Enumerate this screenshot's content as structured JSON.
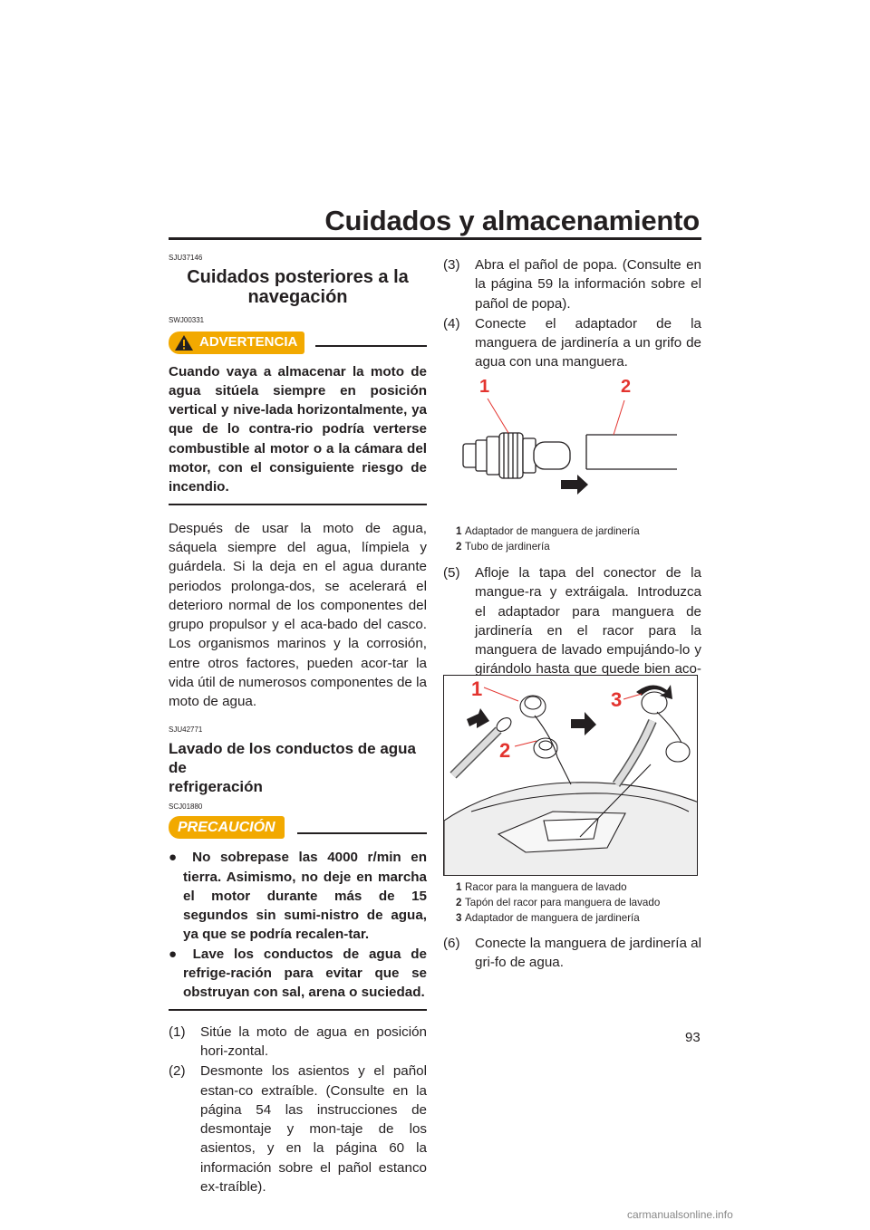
{
  "header": {
    "title": "Cuidados y almacenamiento"
  },
  "page_number": "93",
  "watermark": "carmanualsonline.info",
  "left_column": {
    "code1": "SJU37146",
    "section_title_line1": "Cuidados posteriores a la",
    "section_title_line2": "navegación",
    "code2": "SWJ00331",
    "warning_label": "ADVERTENCIA",
    "warning_text": "Cuando vaya a almacenar la moto de agua sitúela siempre en posición vertical y nive-lada horizontalmente, ya que de lo contra-rio podría verterse combustible al motor o a la cámara del motor, con el consiguiente riesgo de incendio.",
    "body_paragraph": "Después de usar la moto de agua, sáquela siempre del agua, límpiela y guárdela. Si la deja en el agua durante periodos prolonga-dos, se acelerará el deterioro normal de los componentes del grupo propulsor y el aca-bado del casco. Los organismos marinos y la corrosión, entre otros factores, pueden acor-tar la vida útil de numerosos componentes de la moto de agua.",
    "code3": "SJU42771",
    "subsection_title_line1": "Lavado de los conductos de agua de",
    "subsection_title_line2": "refrigeración",
    "code4": "SCJ01880",
    "caution_label": "PRECAUCIÓN",
    "caution_bullets": [
      "No sobrepase las 4000 r/min en tierra. Asimismo, no deje en marcha el motor durante más de 15 segundos sin sumi-nistro de agua, ya que se podría recalen-tar.",
      "Lave los conductos de agua de refrige-ración para evitar que se obstruyan con sal, arena o suciedad."
    ],
    "steps": [
      {
        "num": "(1)",
        "text": "Sitúe la moto de agua en posición hori-zontal."
      },
      {
        "num": "(2)",
        "text": "Desmonte los asientos y el pañol estan-co extraíble. (Consulte en la página 54 las instrucciones de desmontaje y mon-taje de los asientos, y en la página 60 la información sobre el pañol estanco ex-traíble)."
      }
    ]
  },
  "right_column": {
    "steps_top": [
      {
        "num": "(3)",
        "text": "Abra el pañol de popa. (Consulte en la página 59 la información sobre el pañol de popa)."
      },
      {
        "num": "(4)",
        "text": "Conecte el adaptador de la manguera de jardinería a un grifo de agua con una manguera."
      }
    ],
    "figure1": {
      "callouts": [
        "1",
        "2"
      ],
      "captions": [
        {
          "num": "1",
          "text": "Adaptador de manguera de jardinería"
        },
        {
          "num": "2",
          "text": "Tubo de jardinería"
        }
      ]
    },
    "step5": {
      "num": "(5)",
      "text": "Afloje la tapa del conector de la mangue-ra y extráigala. Introduzca el adaptador para manguera de jardinería en el racor para la manguera de lavado empujándo-lo y girándolo hasta que quede bien aco-plado."
    },
    "figure2": {
      "callouts": [
        "1",
        "2",
        "3"
      ],
      "captions": [
        {
          "num": "1",
          "text": "Racor para la manguera de lavado"
        },
        {
          "num": "2",
          "text": "Tapón del racor para manguera de lavado"
        },
        {
          "num": "3",
          "text": "Adaptador de manguera de jardinería"
        }
      ]
    },
    "step6": {
      "num": "(6)",
      "text": "Conecte la manguera de jardinería al gri-fo de agua."
    }
  },
  "colors": {
    "accent": "#f2a900",
    "callout": "#e3342f",
    "text": "#231f20"
  }
}
